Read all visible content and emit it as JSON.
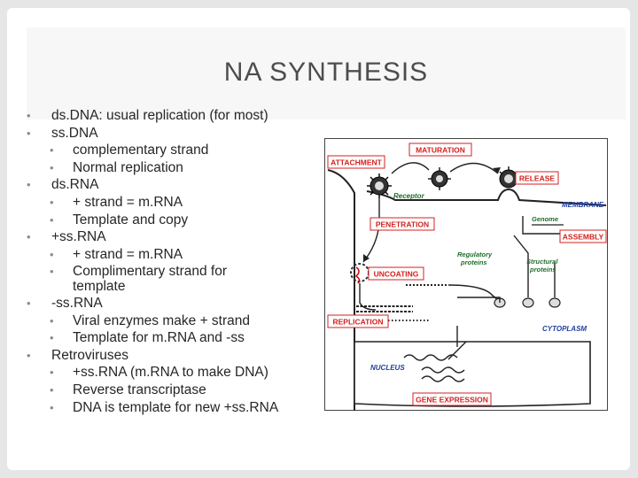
{
  "title": "NA SYNTHESIS",
  "bullets": [
    {
      "level": 1,
      "text": "ds.DNA: usual replication (for most)"
    },
    {
      "level": 1,
      "text": "ss.DNA"
    },
    {
      "level": 2,
      "text": "complementary strand"
    },
    {
      "level": 2,
      "text": "Normal replication"
    },
    {
      "level": 1,
      "text": "ds.RNA"
    },
    {
      "level": 2,
      "text": "+ strand = m.RNA"
    },
    {
      "level": 2,
      "text": "Template and copy"
    },
    {
      "level": 1,
      "text": "+ss.RNA"
    },
    {
      "level": 2,
      "text": "+ strand = m.RNA"
    },
    {
      "level": 2,
      "text": "Complimentary strand for"
    },
    {
      "level": 3,
      "text": "template"
    },
    {
      "level": 1,
      "text": "-ss.RNA"
    },
    {
      "level": 2,
      "text": "Viral enzymes make + strand"
    },
    {
      "level": 2,
      "text": "Template for m.RNA and -ss"
    },
    {
      "level": 1,
      "text": "Retroviruses"
    },
    {
      "level": 2,
      "text": "+ss.RNA (m.RNA to make DNA)"
    },
    {
      "level": 2,
      "text": "Reverse transcriptase"
    },
    {
      "level": 2,
      "text": "DNA is template for new +ss.RNA"
    }
  ],
  "bullet_glyph": "•",
  "diagram": {
    "labels": {
      "maturation": "MATURATION",
      "attachment": "ATTACHMENT",
      "release": "RELEASE",
      "receptor": "Receptor",
      "membrane": "MEMBRANE",
      "penetration": "PENETRATION",
      "genome": "Genome",
      "assembly": "ASSEMBLY",
      "regulatory": "Regulatory",
      "proteins_a": "proteins",
      "structural": "Structural",
      "proteins_b": "proteins",
      "uncoating": "UNCOATING",
      "replication": "REPLICATION",
      "cytoplasm": "CYTOPLASM",
      "nucleus": "NUCLEUS",
      "gene_expression": "GENE EXPRESSION"
    },
    "colors": {
      "label_text": "#d42020",
      "label_border": "#d42020",
      "annotation": "#1f6f2a",
      "blue_text": "#1f3fa0",
      "nucleus_fill": "#8fa8d8",
      "line": "#222222"
    }
  }
}
